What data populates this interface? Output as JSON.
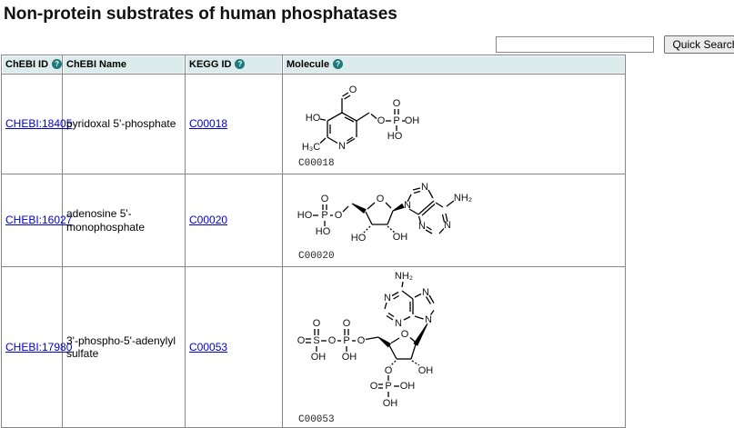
{
  "page": {
    "title": "Non-protein substrates of human phosphatases"
  },
  "search": {
    "value": "",
    "button_label": "Quick Search"
  },
  "table": {
    "help_icon_glyph": "?",
    "headers": [
      {
        "label": "ChEBI ID"
      },
      {
        "label": "ChEBI Name"
      },
      {
        "label": "KEGG ID"
      },
      {
        "label": "Molecule"
      }
    ],
    "rows": [
      {
        "chebi_id": "CHEBI:18405",
        "chebi_name": "pyridoxal 5'-phosphate",
        "kegg_id": "C00018",
        "molecule_caption": "C00018"
      },
      {
        "chebi_id": "CHEBI:16027",
        "chebi_name": "adenosine 5'-monophosphate",
        "kegg_id": "C00020",
        "molecule_caption": "C00020"
      },
      {
        "chebi_id": "CHEBI:17980",
        "chebi_name": "3'-phospho-5'-adenylyl sulfate",
        "kegg_id": "C00053",
        "molecule_caption": "C00053"
      }
    ]
  },
  "colors": {
    "header_bg": "#dcebeb",
    "help_icon_bg": "#1c7a7a",
    "link": "#0000cc",
    "table_border": "#868686"
  },
  "molecules": [
    {
      "name": "pyridoxal 5'-phosphate",
      "atoms": [
        "O",
        "HO",
        "H₃C",
        "N",
        "O",
        "P",
        "O",
        "OH",
        "HO"
      ]
    },
    {
      "name": "adenosine 5'-monophosphate",
      "atoms": [
        "HO",
        "P",
        "O",
        "HO",
        "O",
        "O",
        "HO",
        "OH",
        "N",
        "N",
        "N",
        "N",
        "NH₂"
      ]
    },
    {
      "name": "3'-phospho-5'-adenylyl sulfate",
      "atoms": [
        "O",
        "S",
        "O",
        "OH",
        "O",
        "P",
        "O",
        "OH",
        "O",
        "O",
        "N",
        "N",
        "N",
        "N",
        "NH₂",
        "O",
        "O",
        "P",
        "OH",
        "OH",
        "OH"
      ]
    }
  ]
}
